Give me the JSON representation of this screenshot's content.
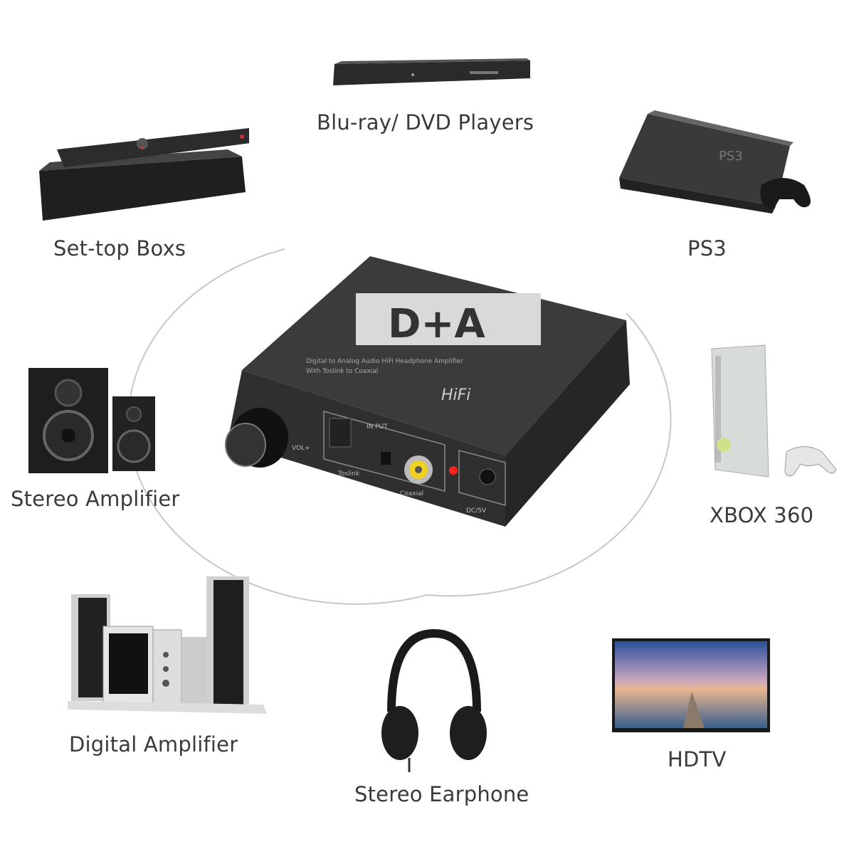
{
  "devices": {
    "bluray": {
      "label": "Blu-ray/ DVD Players"
    },
    "settop": {
      "label": "Set-top Boxs"
    },
    "ps3": {
      "label": "PS3",
      "logo": "PS3"
    },
    "stereo_amp": {
      "label": "Stereo Amplifier"
    },
    "xbox": {
      "label": "XBOX 360"
    },
    "digital_amp": {
      "label": "Digital Amplifier"
    },
    "earphone": {
      "label": "Stereo Earphone"
    },
    "hdtv": {
      "label": "HDTV"
    }
  },
  "converter": {
    "logo": "D+A",
    "desc_line1": "Digital to Analog Audio HiFi Headphone Amplifier",
    "desc_line2": "With Toslink to Coaxial",
    "hifi": "HiFi",
    "input": "IN PUT",
    "toslink": "Toslink",
    "coaxial": "Coaxial",
    "vol": "VOL+",
    "power": "DC/5V",
    "led_color": "#ff2020",
    "body_color": "#3a3a3a"
  }
}
